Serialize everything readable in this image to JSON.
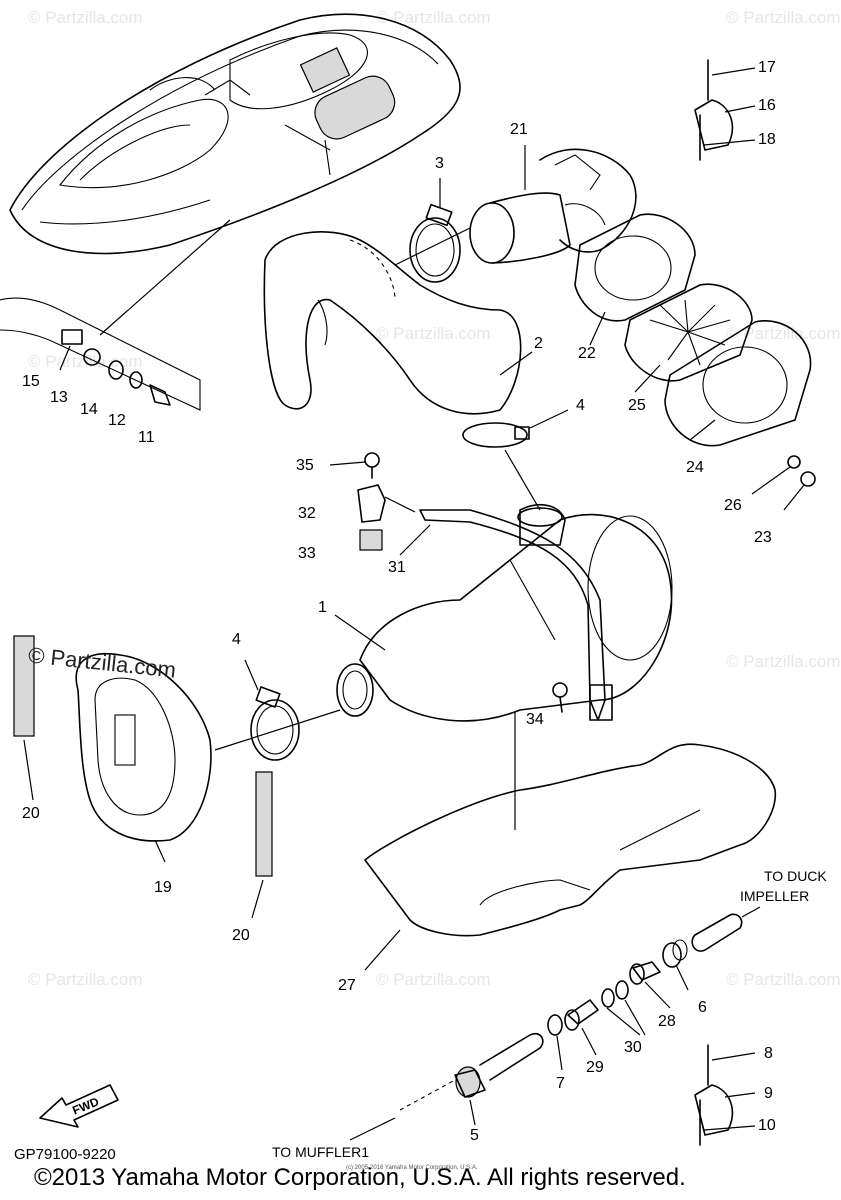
{
  "watermark": "© Partzilla.com",
  "watermark_small": "© Partzilla.com",
  "diagram_code": "GP79100-9220",
  "fwd_label": "FWD",
  "note_to_duck": "TO DUCK",
  "note_impeller": "IMPELLER",
  "note_to_muffler": "TO MUFFLER1",
  "copyright": "©2013 Yamaha Motor Corporation, U.S.A. All rights reserved.",
  "small_copyright": "(c) 2005-2016 Yamaha Motor Corporation, U.S.A.",
  "callouts": {
    "c1": "1",
    "c2": "2",
    "c3": "3",
    "c4a": "4",
    "c4b": "4",
    "c5": "5",
    "c6": "6",
    "c7": "7",
    "c8": "8",
    "c9": "9",
    "c10": "10",
    "c11": "11",
    "c12": "12",
    "c13": "13",
    "c14": "14",
    "c15": "15",
    "c16": "16",
    "c17": "17",
    "c18": "18",
    "c19": "19",
    "c20a": "20",
    "c20b": "20",
    "c21": "21",
    "c22": "22",
    "c23": "23",
    "c24": "24",
    "c25": "25",
    "c26": "26",
    "c27": "27",
    "c28": "28",
    "c29": "29",
    "c30": "30",
    "c31": "31",
    "c32": "32",
    "c33": "33",
    "c34": "34",
    "c35": "35"
  }
}
